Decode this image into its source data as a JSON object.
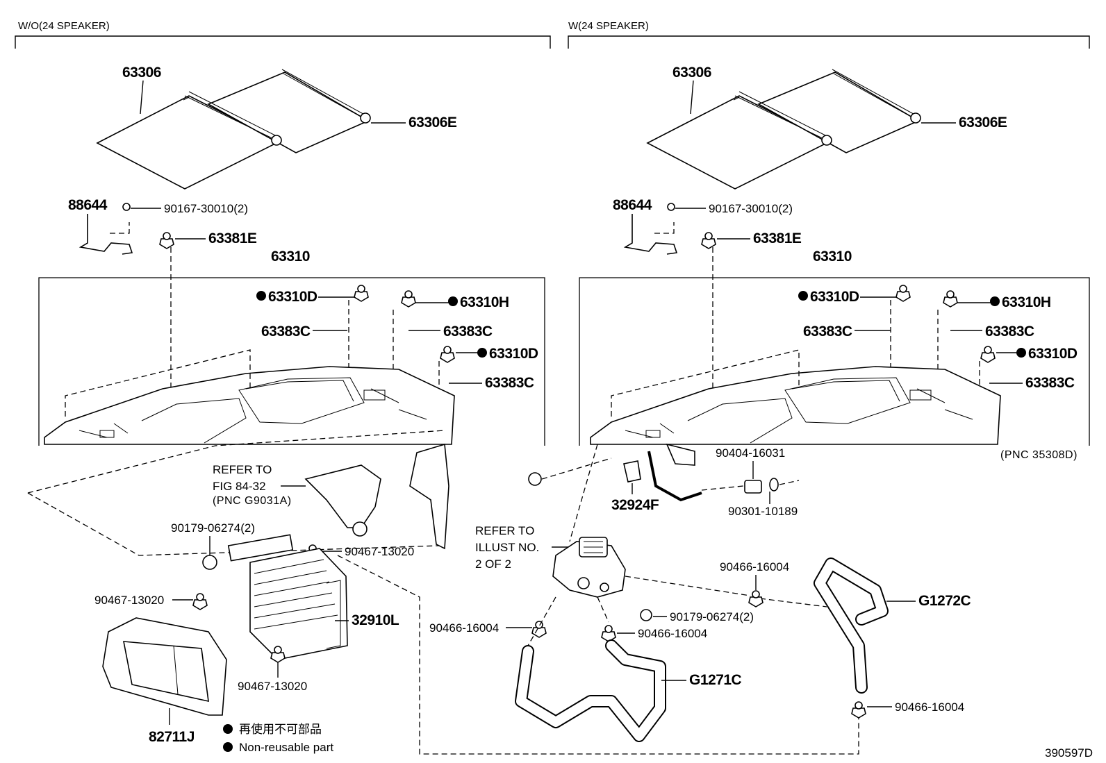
{
  "sections": {
    "left_title": "W/O(24 SPEAKER)",
    "right_title": "W(24 SPEAKER)"
  },
  "left": {
    "p63306": "63306",
    "p63306e": "63306E",
    "p88644": "88644",
    "p90167": "90167-30010(2)",
    "p63381e": "63381E",
    "p63310": "63310",
    "p63310d_1": "63310D",
    "p63310h": "63310H",
    "p63383c_1": "63383C",
    "p63383c_2": "63383C",
    "p63310d_2": "63310D",
    "p63383c_3": "63383C",
    "refer_1": "REFER TO",
    "refer_2": "FIG 84-32",
    "refer_3": "(PNC G9031A)",
    "p90179": "90179-06274(2)",
    "p90467_a": "90467-13020",
    "p90467_b": "90467-13020",
    "p90467_c": "90467-13020",
    "p32910l": "32910L",
    "p82711j": "82711J"
  },
  "right": {
    "p63306": "63306",
    "p63306e": "63306E",
    "p88644": "88644",
    "p90167": "90167-30010(2)",
    "p63381e": "63381E",
    "p63310": "63310",
    "p63310d_1": "63310D",
    "p63310h": "63310H",
    "p63383c_1": "63383C",
    "p63383c_2": "63383C",
    "p63310d_2": "63310D",
    "p63383c_3": "63383C",
    "pnc": "(PNC 35308D)",
    "p90404": "90404-16031",
    "p90301": "90301-10189",
    "p32924f": "32924F",
    "refer_1": "REFER TO",
    "refer_2": "ILLUST NO.",
    "refer_3": "2 OF 2",
    "p90466_a": "90466-16004",
    "p90466_b": "90466-16004",
    "p90466_c": "90466-16004",
    "p90466_d": "90466-16004",
    "p90179": "90179-06274(2)",
    "pg1271c": "G1271C",
    "pg1272c": "G1272C"
  },
  "legend": {
    "jp": "再使用不可部品",
    "en": "Non-reusable part"
  },
  "illustration_id": "390597D"
}
